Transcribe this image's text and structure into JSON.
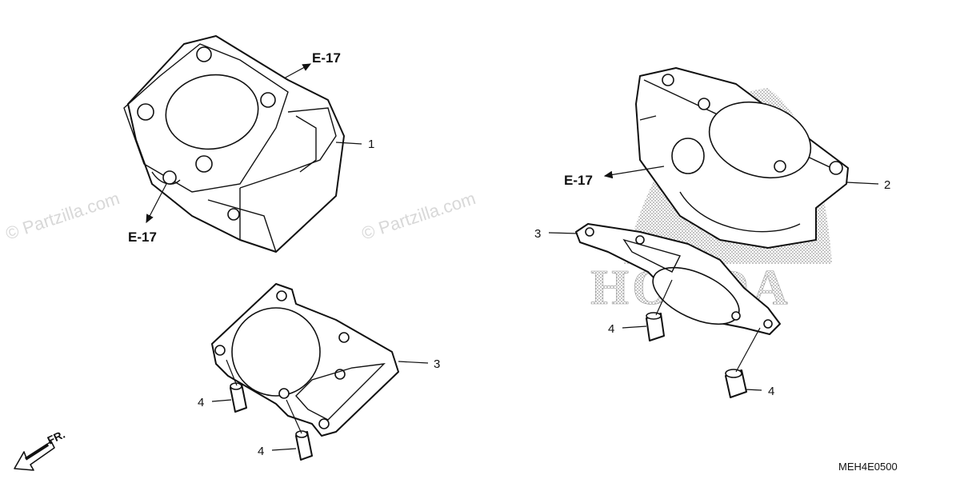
{
  "watermark": "© Partzilla.com",
  "brand_text": "HONDA",
  "diagram_code": "MEH4E0500",
  "front_indicator": "FR.",
  "references": {
    "left_top": "E-17",
    "left_bottom": "E-17",
    "right": "E-17"
  },
  "callouts": {
    "c1": "1",
    "c2": "2",
    "c3_left": "3",
    "c3_right": "3",
    "c4_left_a": "4",
    "c4_left_b": "4",
    "c4_right_a": "4",
    "c4_right_b": "4"
  }
}
